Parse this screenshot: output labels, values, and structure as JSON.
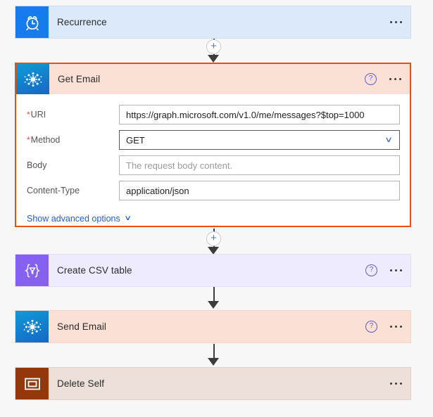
{
  "flow": {
    "steps": [
      {
        "id": "recurrence",
        "title": "Recurrence",
        "icon": "alarm-clock-icon",
        "has_help": false,
        "has_menu": true,
        "expanded": false
      },
      {
        "id": "get-email",
        "title": "Get Email",
        "icon": "http-radial-dots-icon",
        "has_help": true,
        "has_menu": true,
        "expanded": true,
        "fields": [
          {
            "label": "URI",
            "required": true,
            "type": "text",
            "value": "https://graph.microsoft.com/v1.0/me/messages?$top=1000",
            "placeholder": ""
          },
          {
            "label": "Method",
            "required": true,
            "type": "select",
            "value": "GET",
            "placeholder": ""
          },
          {
            "label": "Body",
            "required": false,
            "type": "text",
            "value": "",
            "placeholder": "The request body content."
          },
          {
            "label": "Content-Type",
            "required": false,
            "type": "text",
            "value": "application/json",
            "placeholder": ""
          }
        ],
        "advanced_options_label": "Show advanced options"
      },
      {
        "id": "create-csv-table",
        "title": "Create CSV table",
        "icon": "data-operations-braces-funnel-icon",
        "has_help": true,
        "has_menu": true,
        "expanded": false
      },
      {
        "id": "send-email",
        "title": "Send Email",
        "icon": "http-radial-dots-icon",
        "has_help": true,
        "has_menu": true,
        "expanded": false
      },
      {
        "id": "delete-self",
        "title": "Delete Self",
        "icon": "nested-rectangle-icon",
        "has_help": false,
        "has_menu": true,
        "expanded": false
      }
    ],
    "connectors": [
      {
        "id": "conn-1",
        "has_add_button": true,
        "add_label": "+"
      },
      {
        "id": "conn-2",
        "has_add_button": true,
        "add_label": "+"
      },
      {
        "id": "conn-3",
        "has_add_button": false,
        "add_label": ""
      },
      {
        "id": "conn-4",
        "has_add_button": false,
        "add_label": ""
      }
    ],
    "glyphs": {
      "help": "?",
      "chevron_down": "∨"
    },
    "colors": {
      "canvas_background": "#f7f7f7",
      "recurrence_header": "#dce9fb",
      "recurrence_icon": "#167ced",
      "http_header": "#fbe0d6",
      "http_icon": "#1767c6",
      "csv_header": "#eeeaff",
      "csv_icon": "#8661f0",
      "delete_header": "#ece0d9",
      "delete_icon": "#92380a",
      "selected_border": "#e8500e",
      "link": "#1f5fd1",
      "required_star": "#e04a3f",
      "connector": "#3c3c3c",
      "plus": "#3c78d8"
    }
  }
}
